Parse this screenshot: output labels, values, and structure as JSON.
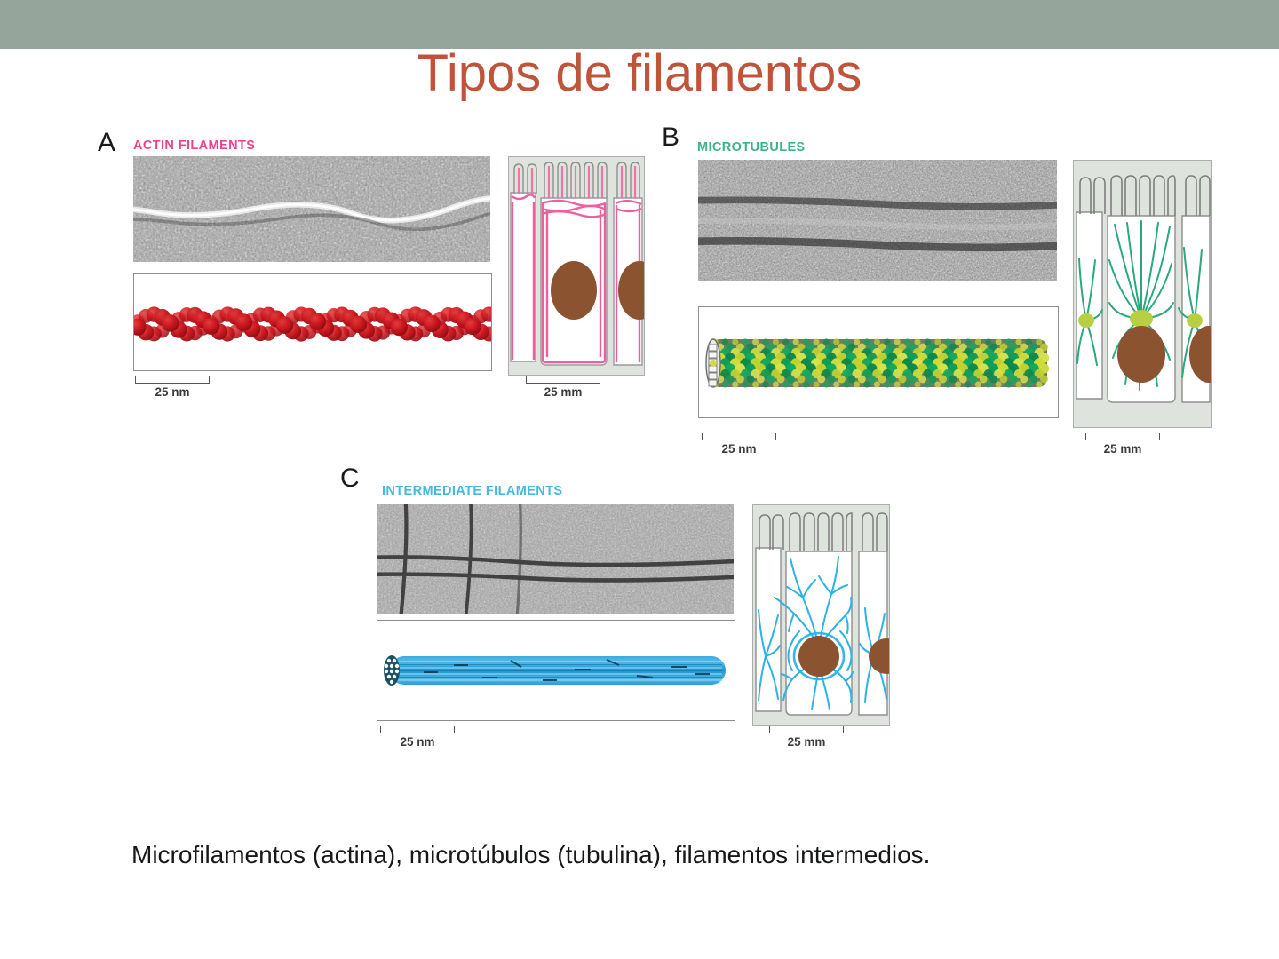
{
  "theme": {
    "band_color": "#95a59b",
    "title_color": "#c0543a",
    "background": "#ffffff",
    "caption_color": "#17181a",
    "actin_color": "#e8468c",
    "microtubule_color": "#3cb489",
    "intermediate_color": "#45b8e0",
    "nucleus_color": "#8c5331",
    "cell_fill": "#dfe3de"
  },
  "title": "Tipos de filamentos",
  "panels": [
    {
      "letter": "A",
      "heading": "ACTIN FILAMENTS",
      "heading_color": "#e8468c",
      "model_scale": "25 nm",
      "cell_scale": "25 mm"
    },
    {
      "letter": "B",
      "heading": "MICROTUBULES",
      "heading_color": "#3cb489",
      "model_scale": "25 nm",
      "cell_scale": "25 mm"
    },
    {
      "letter": "C",
      "heading": "INTERMEDIATE FILAMENTS",
      "heading_color": "#45b8e0",
      "model_scale": "25 nm",
      "cell_scale": "25 mm"
    }
  ],
  "caption": "Microfilamentos (actina), microtúbulos (tubulina), filamentos intermedios."
}
